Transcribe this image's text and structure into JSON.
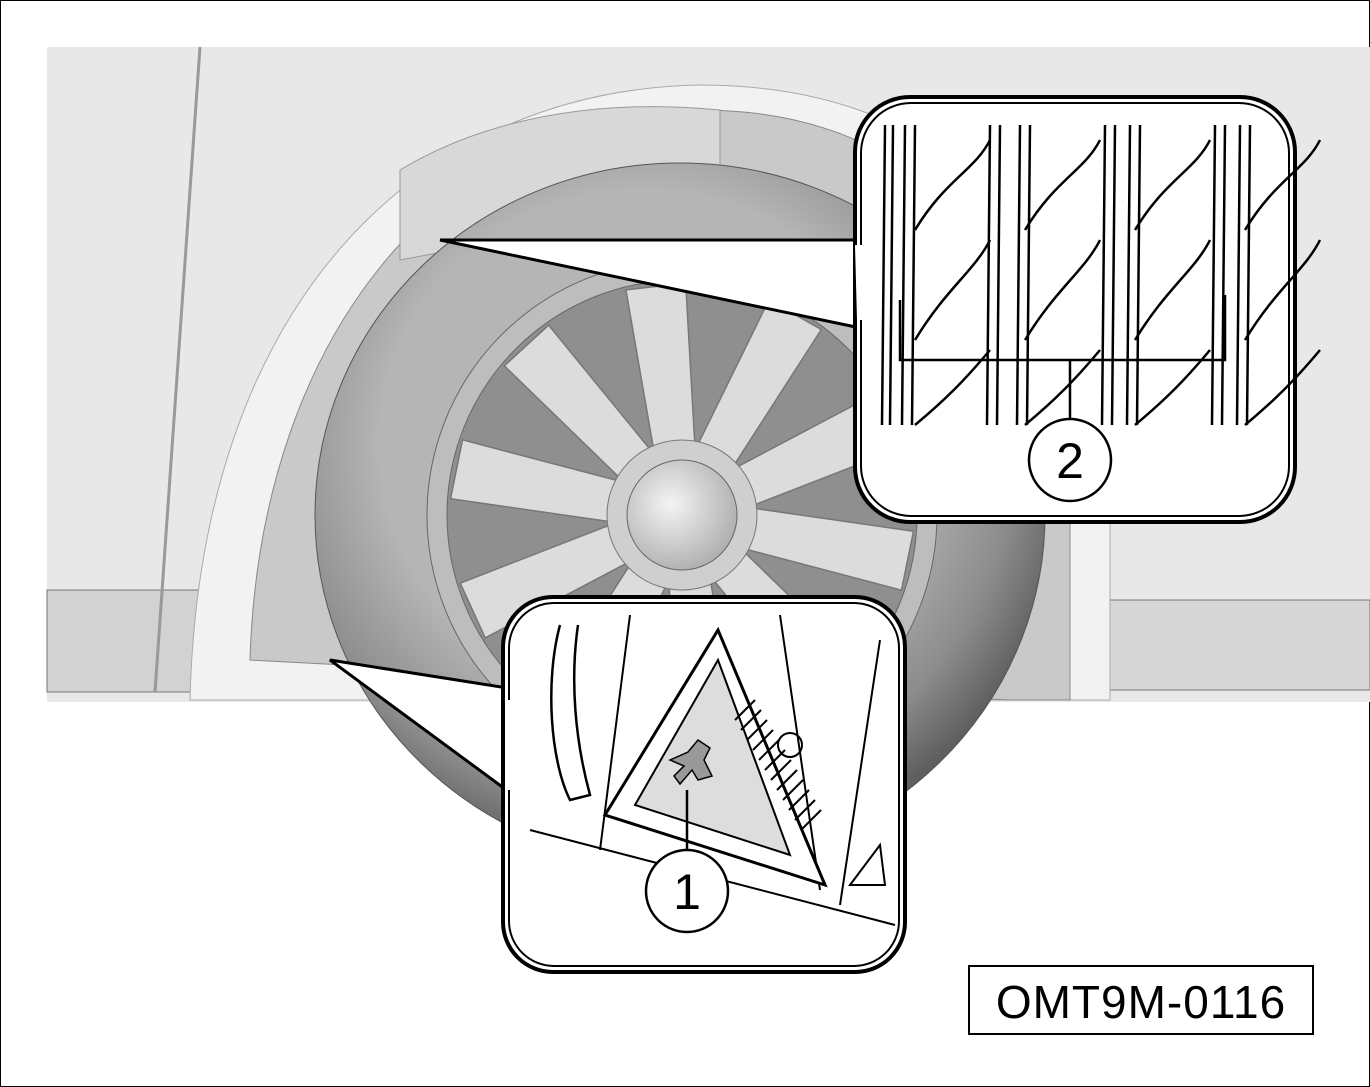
{
  "figure": {
    "code": "OMT9M-0116",
    "callouts": [
      {
        "number": "1"
      },
      {
        "number": "2"
      }
    ]
  },
  "colors": {
    "body": "#e6e6e6",
    "tire": "#8a8a8a",
    "rim": "#d4d4d4",
    "outline": "#000000"
  }
}
